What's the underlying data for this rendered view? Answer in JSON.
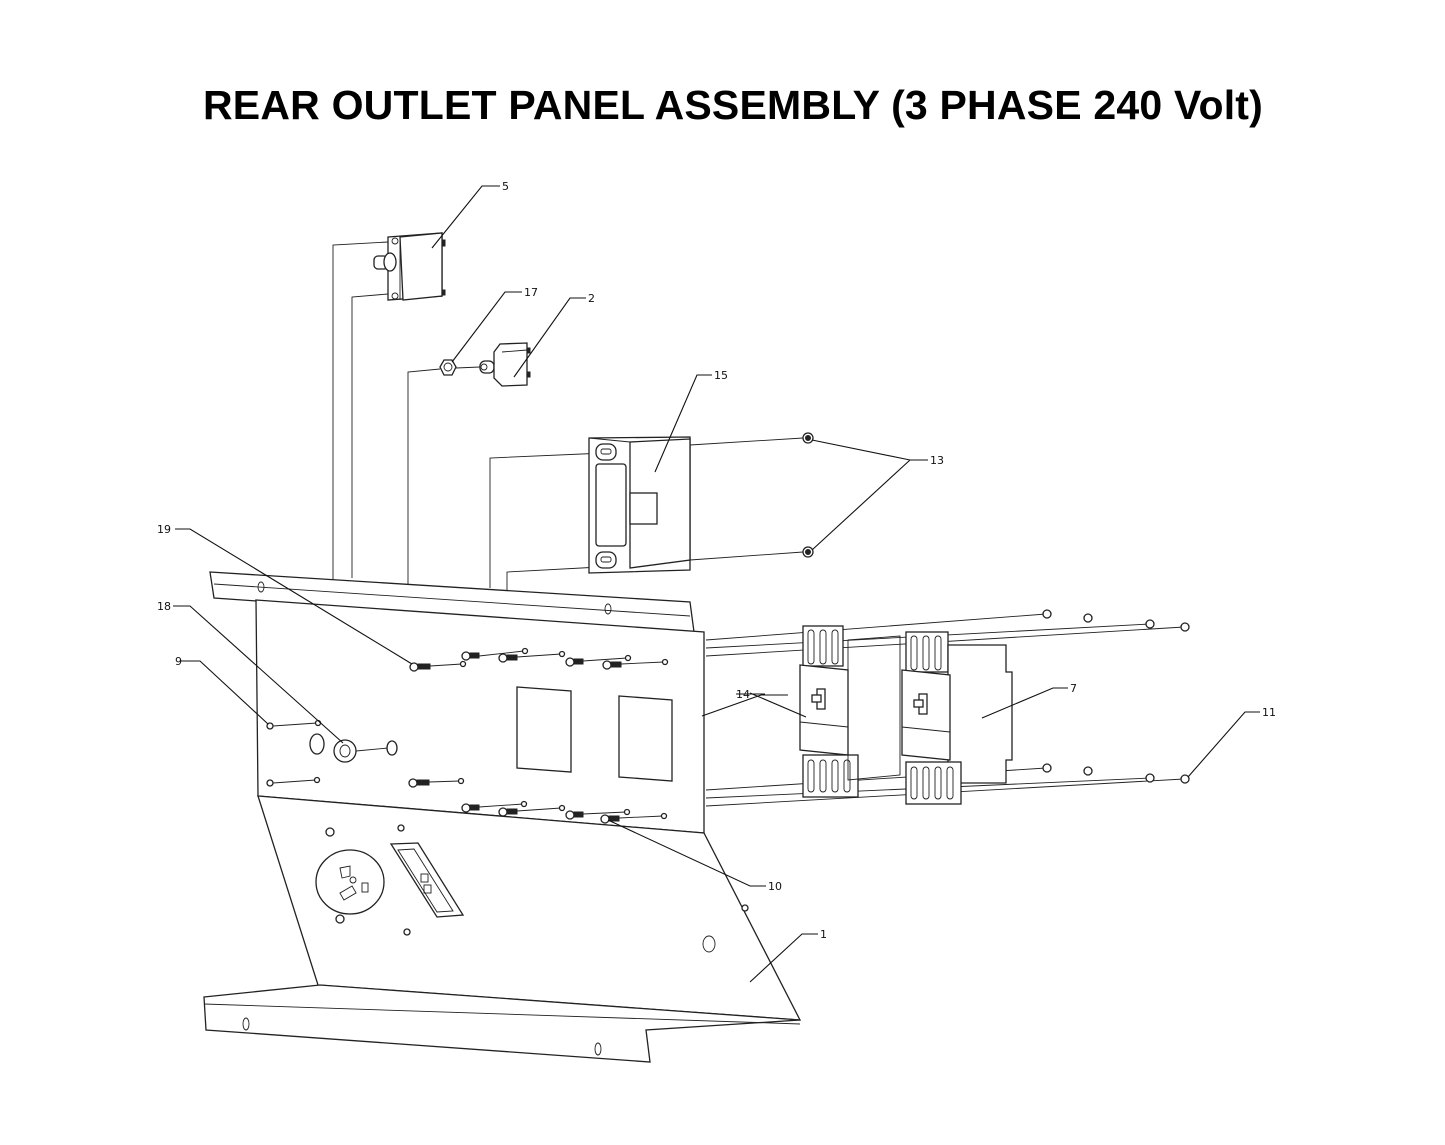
{
  "title": "REAR OUTLET PANEL ASSEMBLY (3 PHASE 240 Volt)",
  "callouts": [
    {
      "id": "c1",
      "label": "1",
      "part": "panel"
    },
    {
      "id": "c2",
      "label": "2",
      "part": "toggle-switch"
    },
    {
      "id": "c5",
      "label": "5",
      "part": "circuit-breaker"
    },
    {
      "id": "c7",
      "label": "7",
      "part": "contactor"
    },
    {
      "id": "c9",
      "label": "9",
      "part": "small-screw"
    },
    {
      "id": "c10",
      "label": "10",
      "part": "screw"
    },
    {
      "id": "c11",
      "label": "11",
      "part": "nut"
    },
    {
      "id": "c13",
      "label": "13",
      "part": "nut"
    },
    {
      "id": "c14",
      "label": "14",
      "part": "contactor"
    },
    {
      "id": "c15",
      "label": "15",
      "part": "breaker-module"
    },
    {
      "id": "c17",
      "label": "17",
      "part": "hex-nut"
    },
    {
      "id": "c18",
      "label": "18",
      "part": "grommet"
    },
    {
      "id": "c19",
      "label": "19",
      "part": "screw"
    }
  ],
  "colors": {
    "ink": "#111111",
    "background": "#ffffff"
  }
}
